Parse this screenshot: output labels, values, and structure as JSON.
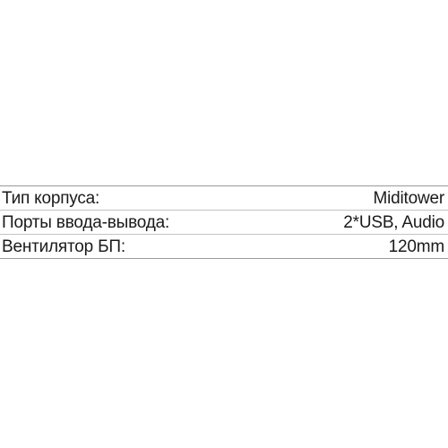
{
  "specs": [
    {
      "label": "Тип корпуса:",
      "value": "Miditower"
    },
    {
      "label": "Порты ввода-вывода:",
      "value": "2*USB, Audio"
    },
    {
      "label": "Вентилятор БП:",
      "value": "120mm"
    }
  ]
}
